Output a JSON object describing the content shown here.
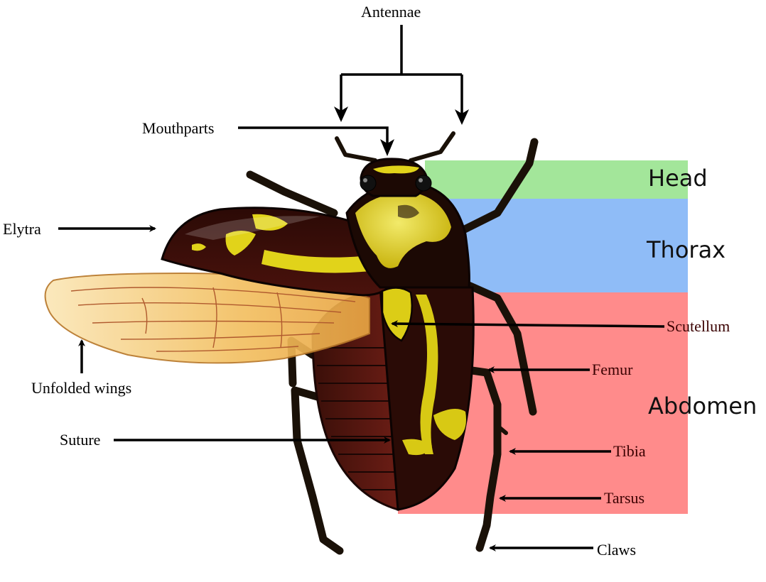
{
  "labels": {
    "antennae": "Antennae",
    "mouthparts": "Mouthparts",
    "elytra": "Elytra",
    "unfolded_wings": "Unfolded wings",
    "suture": "Suture",
    "scutellum": "Scutellum",
    "femur": "Femur",
    "tibia": "Tibia",
    "tarsus": "Tarsus",
    "claws": "Claws"
  },
  "regions": [
    {
      "label": "Head",
      "color": "#a3e69a"
    },
    {
      "label": "Thorax",
      "color": "#8fbcf7"
    },
    {
      "label": "Abdomen",
      "color": "#ff8b8b"
    }
  ],
  "colors": {
    "body_dark": "#2a0e08",
    "body_maroon": "#5a1712",
    "stripe_yellow": "#e6d81a",
    "wing_amber": "#f2c46a"
  }
}
